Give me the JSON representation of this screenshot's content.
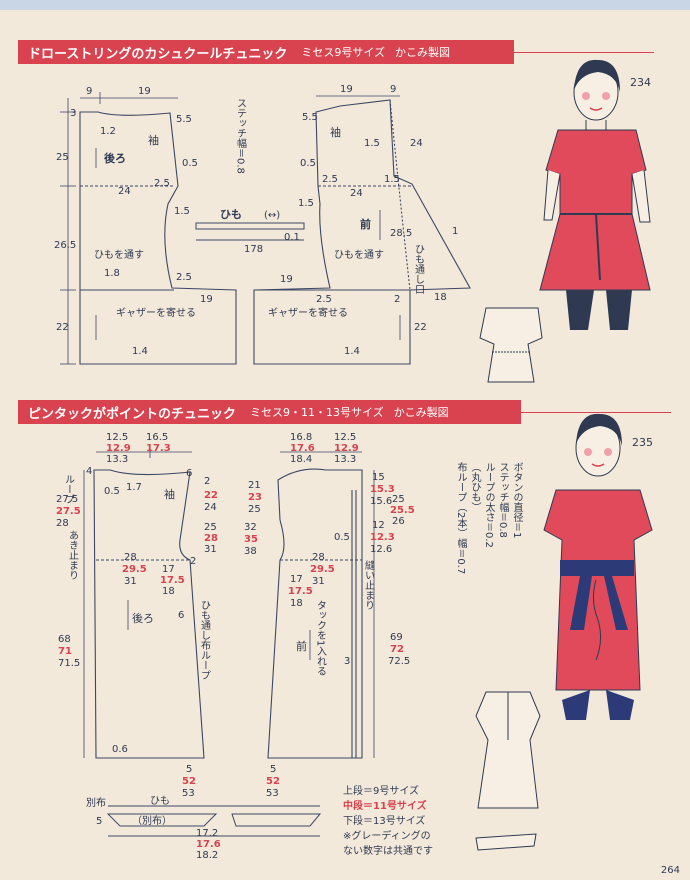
{
  "section1": {
    "title": "ドローストリングのカシュクールチュニック",
    "size": "ミセス9号サイズ",
    "author": "かこみ製図",
    "model": "234",
    "labels": {
      "sleeve": "袖",
      "back": "後ろ",
      "front": "前",
      "himo": "ひも",
      "himo_pass1": "ひもを通す",
      "himo_pass2": "ひもを通す",
      "gather1": "ギャザーを寄せる",
      "gather2": "ギャザーを寄せる",
      "himo_hole": "ひも通し口",
      "stitch": "ステッチ幅＝0.8"
    },
    "dims": {
      "d9a": "9",
      "d19a": "19",
      "d19b": "19",
      "d9b": "9",
      "d3": "3",
      "d12": "1.2",
      "d55a": "5.5",
      "d55b": "5.5",
      "d25a": "25",
      "d05": "0.5",
      "d25b": "2.5",
      "d24a": "24",
      "d15a": "1.5",
      "d265": "26.5",
      "d18": "1.8",
      "d25c": "2.5",
      "d19c": "19",
      "d22a": "22",
      "d14a": "1.4",
      "d15b": "1.5",
      "d24b": "24",
      "d15c": "1.5",
      "d24c": "24",
      "d285": "28.5",
      "d1": "1",
      "d19d": "19",
      "d25d": "2.5",
      "d2": "2",
      "d18b": "18",
      "d22b": "22",
      "d14b": "1.4",
      "d178": "178",
      "d01": "0.1"
    }
  },
  "section2": {
    "title": "ピンタックがポイントのチュニック",
    "size": "ミセス9・11・13号サイズ",
    "author": "かこみ製図",
    "model": "235",
    "labels": {
      "loop": "ループ",
      "sleeve": "袖",
      "back": "後ろ",
      "front": "前",
      "open": "あき止まり",
      "loop_himo": "ひも通し布ループ",
      "tuck": "タックを1入れる",
      "sew": "縫い止まり",
      "extra": "別布",
      "himo": "ひも",
      "extra_paren": "（別布）"
    },
    "bd": {
      "b125": "12.5",
      "b129": "12.9",
      "b133": "13.3",
      "b165": "16.5",
      "b173": "17.3",
      "b4": "4",
      "b05a": "0.5",
      "b17": "1.7",
      "b6": "6",
      "b275": "27.5",
      "b28a": "28",
      "b22": "22",
      "b24": "24",
      "b25": "25",
      "b28b": "28",
      "b31a": "31",
      "b2": "2",
      "b28c": "28",
      "b295": "29.5",
      "b31b": "31",
      "b17b": "17",
      "b175": "17.5",
      "b18": "18",
      "b6b": "6",
      "b68": "68",
      "b71": "71",
      "b715": "71.5",
      "b06": "0.6",
      "b5": "5",
      "b52": "52",
      "b53": "53",
      "b17c": "17.2",
      "b176": "17.6",
      "b182": "18.2",
      "b5b": "5"
    },
    "fd": {
      "f168": "16.8",
      "f176": "17.6",
      "f184": "18.4",
      "f125": "12.5",
      "f129": "12.9",
      "f133": "13.3",
      "f21": "21",
      "f23": "23",
      "f25": "25",
      "f15": "15",
      "f153": "15.3",
      "f156": "15.6",
      "f255": "25.5",
      "f25b": "25",
      "f26": "26",
      "f32": "32",
      "f35": "35",
      "f38": "38",
      "f05": "0.5",
      "f12": "12",
      "f123": "12.3",
      "f126": "12.6",
      "f28": "28",
      "f295": "29.5",
      "f31": "31",
      "f17": "17",
      "f175": "17.5",
      "f18": "18",
      "f3": "3",
      "f69": "69",
      "f72": "72",
      "f725": "72.5",
      "f5": "5",
      "f52": "52",
      "f53": "53"
    },
    "notes": {
      "button": "ボタンの直径＝1",
      "stitch": "ステッチ幅＝0.8",
      "loop": "ループの太さ＝0.2",
      "loop_paren": "（丸ひも）",
      "bias": "布ループ（2本）幅＝0.7"
    },
    "legend": {
      "upper": "上段＝9号サイズ",
      "middle": "中段＝11号サイズ",
      "lower": "下段＝13号サイズ",
      "note1": "※グレーディングの",
      "note2": "ない数字は共通です"
    }
  },
  "page_number": "264"
}
